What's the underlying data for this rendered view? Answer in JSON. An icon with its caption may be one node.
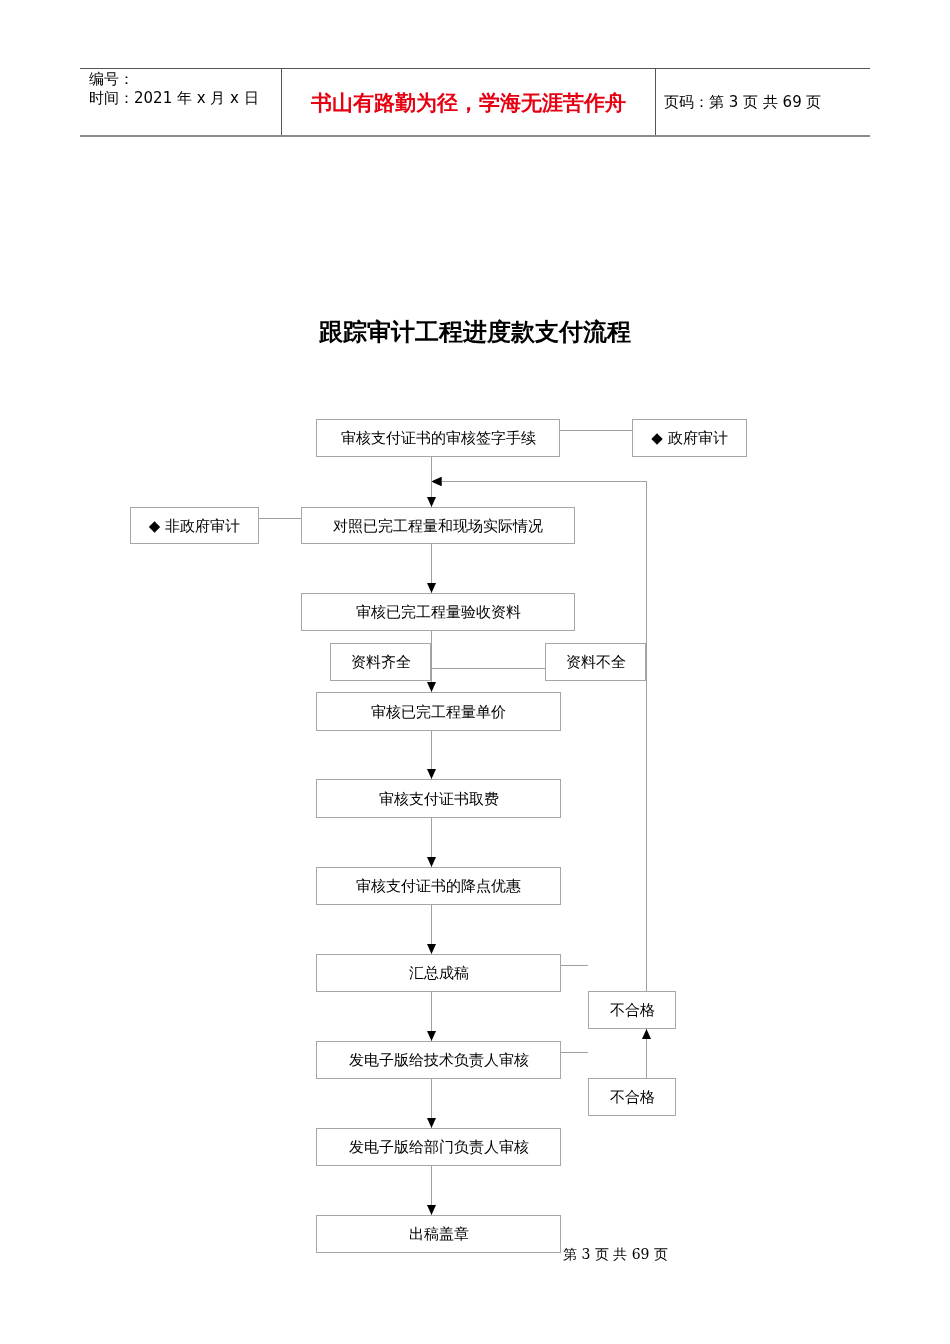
{
  "diagram": {
    "title": "跟踪审计工程进度款支付流程",
    "nodes": [
      {
        "text": [
          "审核支付证书的审核签字手续"
        ]
      },
      {
        "text": [
          "◆ 政府审计"
        ]
      },
      {
        "text": [
          "◆ 非政府审计"
        ]
      },
      {
        "text": [
          "对照已完工程量和现场实际情况"
        ]
      },
      {
        "text": [
          "审核已完工程量验收资料"
        ]
      },
      {
        "text": [
          "资料齐全"
        ]
      },
      {
        "text": [
          "资料不全"
        ]
      },
      {
        "text": [
          "审核已完工程量单价"
        ]
      },
      {
        "text": [
          "审核支付证书取费"
        ]
      },
      {
        "text": [
          "审核支付证书的降点优惠"
        ]
      },
      {
        "text": [
          "汇总成稿"
        ]
      },
      {
        "text": [
          "不合格"
        ]
      },
      {
        "text": [
          "发电子版给技术负责人审核"
        ]
      },
      {
        "text": [
          "不合格"
        ]
      },
      {
        "text": [
          "发电子版给部门负责人审核"
        ]
      },
      {
        "text": [
          "出稿盖章"
        ]
      }
    ],
    "edges": [
      {
        "from": 0,
        "to": 1,
        "arrow": "none"
      },
      {
        "from": 0,
        "to": 3,
        "arrow": "to"
      },
      {
        "from": 2,
        "to": 3,
        "arrow": "none"
      },
      {
        "from": 3,
        "to": 4,
        "arrow": "to"
      },
      {
        "from": 4,
        "to": 7,
        "arrow": "to"
      },
      {
        "from": 4,
        "to": 6,
        "arrow": "none"
      },
      {
        "from": 6,
        "to": 3,
        "arrow": "to"
      },
      {
        "from": 7,
        "to": 8,
        "arrow": "to"
      },
      {
        "from": 8,
        "to": 9,
        "arrow": "to"
      },
      {
        "from": 9,
        "to": 10,
        "arrow": "to"
      },
      {
        "from": 10,
        "to": 12,
        "arrow": "to"
      },
      {
        "from": 10,
        "to": 11,
        "arrow": "none"
      },
      {
        "from": 11,
        "to": 3,
        "arrow": "to"
      },
      {
        "from": 12,
        "to": 14,
        "arrow": "to"
      },
      {
        "from": 12,
        "to": 13,
        "arrow": "none"
      },
      {
        "from": 13,
        "to": 11,
        "arrow": "to"
      },
      {
        "from": 14,
        "to": 15,
        "arrow": "to"
      }
    ],
    "labels": [
      "编号：",
      "时间：2021 年 x 月 x 日",
      "书山有路勤为径，学海无涯苦作舟",
      "页码：第 3 页 共 69 页",
      "第 3 页 共 69 页"
    ]
  }
}
